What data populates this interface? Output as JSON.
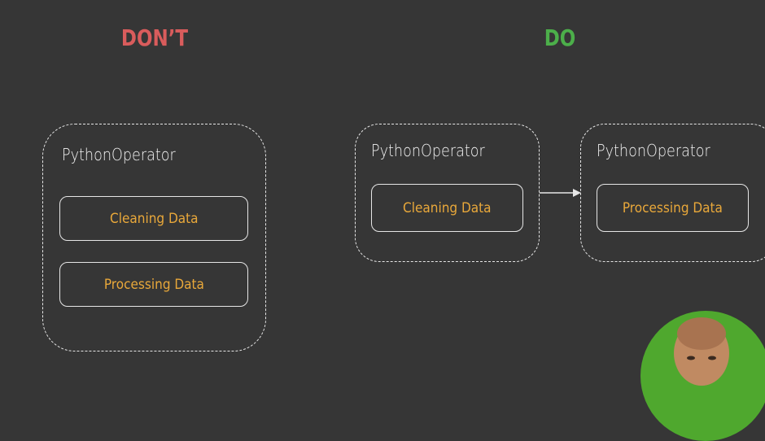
{
  "colors": {
    "background": "#363636",
    "dont": "#d95c5c",
    "do": "#4caf4a",
    "task_text": "#e9a83a",
    "avatar_bg": "#4fa82e"
  },
  "headings": {
    "dont": "DON’T",
    "do": "DO"
  },
  "dont_example": {
    "operator": {
      "title": "PythonOperator",
      "tasks": [
        "Cleaning Data",
        "Processing Data"
      ]
    }
  },
  "do_example": {
    "operators": [
      {
        "title": "PythonOperator",
        "task": "Cleaning Data"
      },
      {
        "title": "PythonOperator",
        "task": "Processing Data"
      }
    ],
    "connector": "arrow-right-icon"
  },
  "presenter": {
    "icon": "presenter-avatar"
  }
}
